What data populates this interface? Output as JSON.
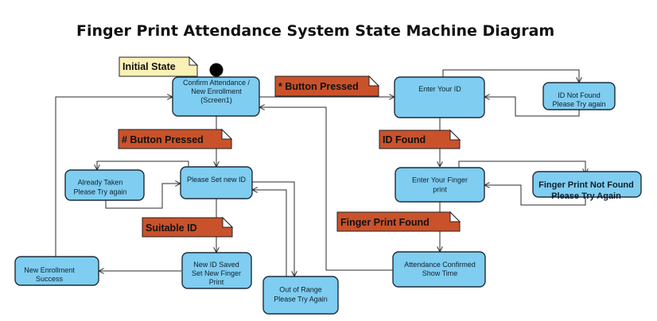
{
  "title": "Finger Print Attendance System State Machine Diagram",
  "initial_state_label": "Initial State",
  "states": {
    "confirm": [
      "Confirm Attendance /",
      "New Enrollment",
      "(Screen1)"
    ],
    "enter_id": [
      "Enter Your ID"
    ],
    "id_not_found": [
      "ID Not Found",
      "Please Try again"
    ],
    "set_id": [
      "Please Set new ID"
    ],
    "already_taken": [
      "Already Taken",
      "Please Try again"
    ],
    "enter_finger": [
      "Enter Your Finger",
      "print"
    ],
    "fp_not_found": [
      "Finger Print Not Found",
      "Please Try Again"
    ],
    "saved": [
      "New ID Saved",
      "Set New Finger",
      "Print"
    ],
    "out_of_range": [
      "Out of Range",
      "Please Try Again"
    ],
    "enroll_success": [
      "New Enrollment",
      "Success"
    ],
    "attendance_confirmed": [
      "Attendance Confirmed",
      "Show Time"
    ]
  },
  "notes": {
    "star_button": "* Button Pressed",
    "hash_button": "# Button Pressed",
    "id_found": "ID Found",
    "suitable_id": "Suitable ID",
    "fp_found": "Finger Print Found"
  },
  "colors": {
    "state_fill": "#7fcdf0",
    "note_fill": "#c9522b",
    "initial_note_fill": "#fbf1b6"
  }
}
